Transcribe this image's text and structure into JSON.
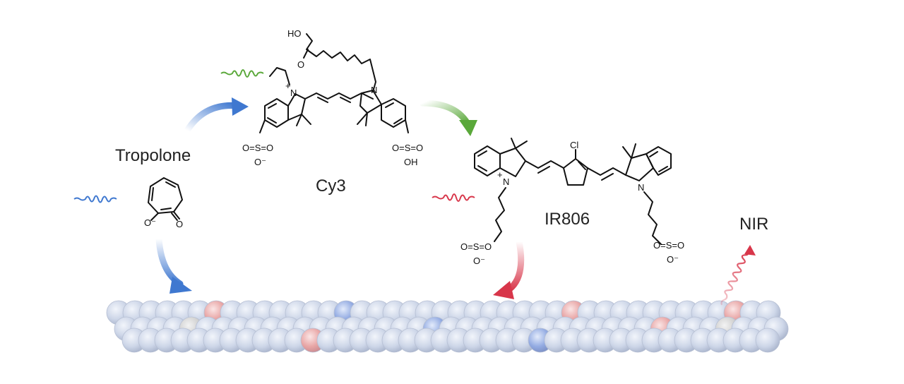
{
  "labels": {
    "tropolone": "Tropolone",
    "cy3": "Cy3",
    "ir806": "IR806",
    "nir": "NIR"
  },
  "atoms": {
    "cy3_cooh_ho": "HO",
    "cy3_cooh_o": "O",
    "cy3_n_left": "N",
    "cy3_n_left_charge": "+",
    "cy3_n_right": "N",
    "cy3_so3_left": "O=S=O",
    "cy3_so3_left_o": "O⁻",
    "cy3_so3_right": "O=S=O",
    "cy3_so3_right_oh": "OH",
    "trop_o_minus": "O⁻",
    "trop_o": "O",
    "ir_n_left": "N",
    "ir_n_left_charge": "+",
    "ir_n_right": "N",
    "ir_cl": "Cl",
    "ir_so3_left": "O=S=O",
    "ir_so3_left_o": "O⁻",
    "ir_so3_right": "O=S=O",
    "ir_so3_right_o": "O⁻"
  },
  "colors": {
    "blue": "#3f78d0",
    "green": "#5aa83a",
    "red": "#d8364a",
    "sphere": "#c9d2e4",
    "sphere_red": "#e39a9a",
    "sphere_blue": "#8fa8e0",
    "sphere_gray": "#cfcfcf"
  }
}
